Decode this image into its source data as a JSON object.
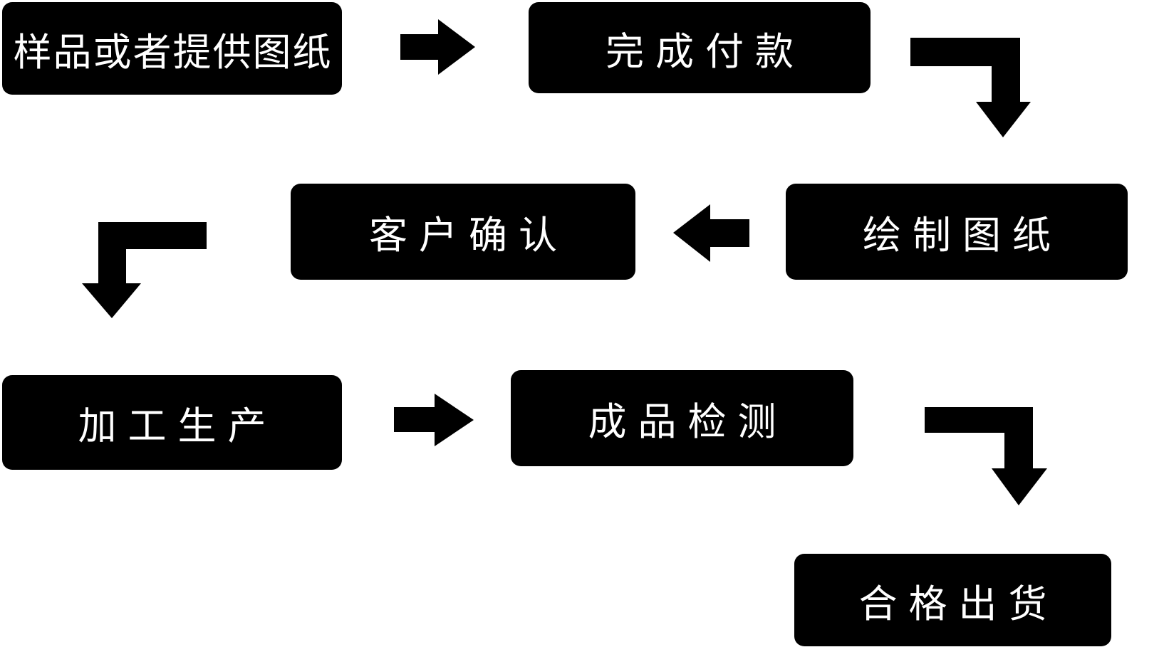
{
  "diagram": {
    "type": "flowchart",
    "colors": {
      "background": "#ffffff",
      "node_fill": "#000000",
      "node_text": "#ffffff",
      "arrow": "#000000"
    },
    "nodes": [
      {
        "id": "sample",
        "label": "样品或者提供图纸"
      },
      {
        "id": "payment",
        "label": "完成付款"
      },
      {
        "id": "drawing",
        "label": "绘制图纸"
      },
      {
        "id": "confirm",
        "label": "客户确认"
      },
      {
        "id": "production",
        "label": "加工生产"
      },
      {
        "id": "inspection",
        "label": "成品检测"
      },
      {
        "id": "shipment",
        "label": "合格出货"
      }
    ],
    "edges": [
      {
        "from": "sample",
        "to": "payment",
        "direction": "right"
      },
      {
        "from": "payment",
        "to": "drawing",
        "direction": "right-then-down"
      },
      {
        "from": "drawing",
        "to": "confirm",
        "direction": "left"
      },
      {
        "from": "confirm",
        "to": "production",
        "direction": "left-then-down"
      },
      {
        "from": "production",
        "to": "inspection",
        "direction": "right"
      },
      {
        "from": "inspection",
        "to": "shipment",
        "direction": "right-then-down"
      }
    ]
  }
}
